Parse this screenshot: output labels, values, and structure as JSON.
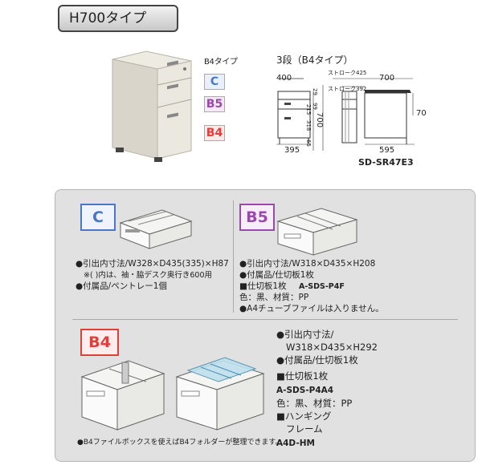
{
  "header": {
    "type_label": "H700タイプ"
  },
  "desk_product": {
    "size_label": "B4タイプ",
    "drawer_tags": [
      "C",
      "B5",
      "B4"
    ]
  },
  "drawing": {
    "title": "3段（B4タイプ）",
    "dim_width_top": "400",
    "dim_desk_width": "700",
    "dim_stroke_425": "ストローク425",
    "dim_stroke_392": "ストローク392",
    "dim_heights": [
      "29",
      "99",
      "215",
      "318",
      "65"
    ],
    "dim_total_height": "700",
    "dim_right_70": "70",
    "dim_width_bottom": "395",
    "dim_desk_bottom": "595",
    "model": "SD-SR47E3"
  },
  "section_c": {
    "tag": "C",
    "spec_lines": [
      "●引出内寸法/W328×D435(335)×H87",
      "※(  )内は、袖・脇デスク奥行き600用",
      "●付属品/ペントレー1個"
    ]
  },
  "section_b5": {
    "tag": "B5",
    "spec_lines": [
      "●引出内寸法/W318×D435×H208",
      "●付属品/仕切板1枚",
      "■仕切板1枚",
      "色：黒、材質：PP",
      "●A4チューブファイルは入りません。"
    ],
    "part_number": "A-SDS-P4F"
  },
  "section_b4": {
    "tag": "B4",
    "spec_lines": [
      "●引出内寸法/",
      "W318×D435×H292",
      "●付属品/仕切板1枚",
      "■仕切板1枚",
      "A-SDS-P4A4",
      "色：黒、材質：PP",
      "■ハンギング",
      "フレーム",
      "A4D-HM"
    ],
    "note": "●B4ファイルボックスを使えばB4フォルダーが整理できます。"
  }
}
